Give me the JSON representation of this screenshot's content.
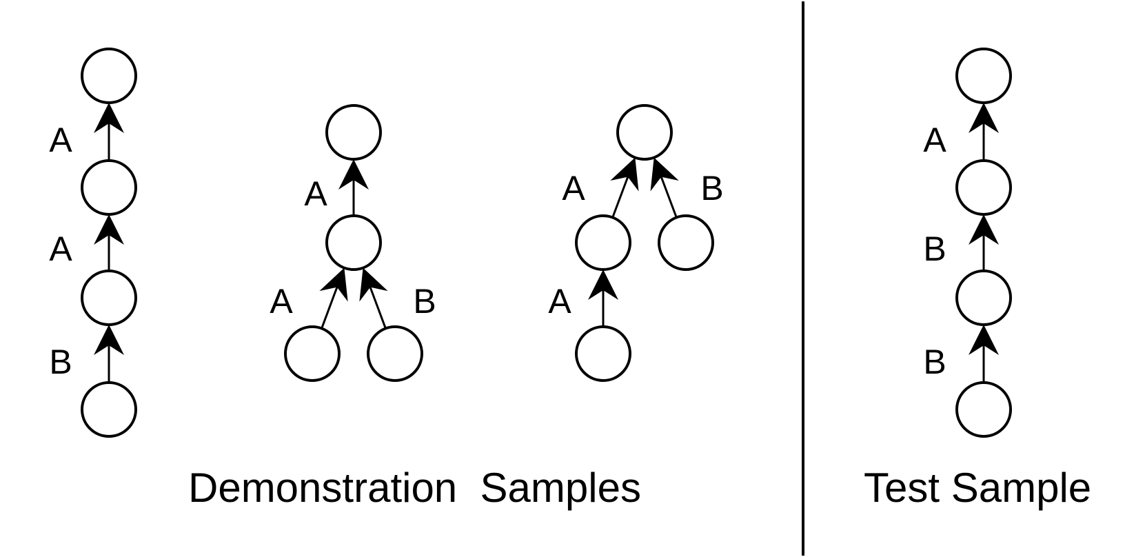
{
  "captions": {
    "demonstration": "Demonstration  Samples",
    "test": "Test Sample"
  },
  "colors": {
    "stroke": "#000000",
    "background": "#ffffff"
  },
  "graphs": [
    {
      "group": "demonstration",
      "edges": [
        {
          "from": "n1",
          "to": "n0",
          "label": "A"
        },
        {
          "from": "n2",
          "to": "n1",
          "label": "A"
        },
        {
          "from": "n3",
          "to": "n2",
          "label": "B"
        }
      ]
    },
    {
      "group": "demonstration",
      "edges": [
        {
          "from": "n1",
          "to": "n0",
          "label": "A"
        },
        {
          "from": "n2",
          "to": "n1",
          "label": "A"
        },
        {
          "from": "n3",
          "to": "n1",
          "label": "B"
        }
      ]
    },
    {
      "group": "demonstration",
      "edges": [
        {
          "from": "n1",
          "to": "n0",
          "label": "A"
        },
        {
          "from": "n2",
          "to": "n0",
          "label": "B"
        },
        {
          "from": "n3",
          "to": "n1",
          "label": "A"
        }
      ]
    },
    {
      "group": "test",
      "edges": [
        {
          "from": "n1",
          "to": "n0",
          "label": "A"
        },
        {
          "from": "n2",
          "to": "n1",
          "label": "B"
        },
        {
          "from": "n3",
          "to": "n2",
          "label": "B"
        }
      ]
    }
  ]
}
